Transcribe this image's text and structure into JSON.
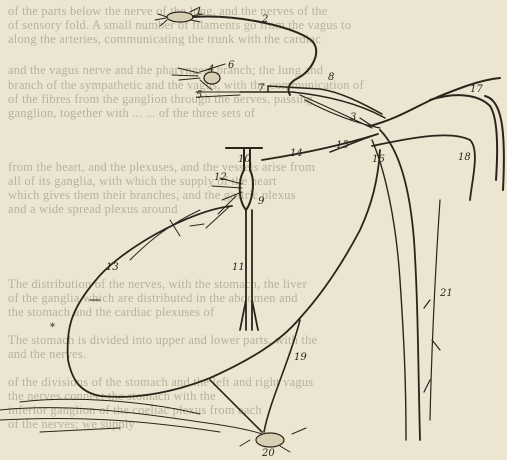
{
  "background_text": [
    "of the parts below the nerve of the lung, and the nerves of the",
    "of sensory fold.  A small number of filaments go from the vagus to",
    "along the arteries, communicating the trunk with the cardiac",
    "",
    "",
    "and the vagus nerve and the pharyngeal branch; the lung and",
    "branch of the sympathetic and the vagus, with the communication of",
    "of the fibres from the ganglion through the nerves, passing",
    "ganglion, together with ...  ...  of the three sets of",
    "",
    "from the heart, and the plexuses, and the vessels arise from",
    "all of its ganglia, with which the supply of the heart",
    "which gives them their branches, and the gastric plexus",
    "and a wide spread plexus around",
    "",
    "",
    "The distribution of the nerves, with the stomach, the liver",
    "of the ganglia which are distributed in the abdomen and",
    "the stomach and the cardiac plexuses of",
    "",
    "The stomach is divided into upper and lower parts, with the",
    "and the nerves.",
    "",
    "of the divisions of the stomach and the left and right vagus",
    "the nerves connect the stomach with the",
    "inferior ganglion of the coeliac plexus from each",
    "of the nerves; we supply"
  ],
  "figure_labels": [
    "1",
    "2",
    "4",
    "6",
    "5",
    "7",
    "8",
    "3",
    "17",
    "10",
    "14",
    "15",
    "16",
    "18",
    "12",
    "9",
    "13",
    "11",
    "21",
    "19",
    "20",
    "*"
  ]
}
